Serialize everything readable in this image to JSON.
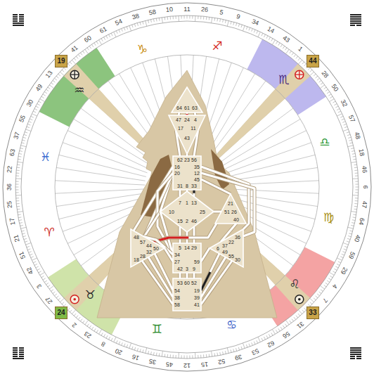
{
  "diagram": {
    "nodes": [
      {
        "text": [
          "19"
        ]
      },
      {
        "text": [
          "44"
        ]
      },
      {
        "text": [
          "64",
          "61",
          "63"
        ]
      },
      {
        "text": [
          "47",
          "24",
          "4",
          "17",
          "11",
          "43"
        ]
      },
      {
        "text": [
          "62",
          "23",
          "56",
          "16",
          "20",
          "35",
          "12",
          "45",
          "31",
          "8",
          "33"
        ]
      },
      {
        "text": [
          "7",
          "1",
          "13",
          "10",
          "25",
          "15",
          "2",
          "46"
        ]
      },
      {
        "text": [
          "21",
          "51",
          "26",
          "40"
        ]
      },
      {
        "text": [
          "48",
          "57",
          "44",
          "50",
          "32",
          "28",
          "18"
        ]
      },
      {
        "text": [
          "36",
          "22",
          "37",
          "6",
          "49",
          "55",
          "30"
        ]
      },
      {
        "text": [
          "5",
          "14",
          "29",
          "34",
          "27",
          "59",
          "42",
          "3",
          "9"
        ]
      },
      {
        "text": [
          "53",
          "60",
          "52",
          "54",
          "38",
          "58",
          "19",
          "39",
          "41"
        ]
      },
      {
        "text": [
          "24"
        ]
      },
      {
        "text": [
          "33"
        ]
      }
    ],
    "edges": [
      {
        "from": 2,
        "to": 3,
        "arrow": "none"
      },
      {
        "from": 2,
        "to": 3,
        "arrow": "none"
      },
      {
        "from": 2,
        "to": 3,
        "arrow": "none"
      },
      {
        "from": 3,
        "to": 4,
        "arrow": "none"
      },
      {
        "from": 3,
        "to": 4,
        "arrow": "none"
      },
      {
        "from": 3,
        "to": 4,
        "arrow": "none"
      },
      {
        "from": 4,
        "to": 7,
        "arrow": "none"
      },
      {
        "from": 4,
        "to": 5,
        "arrow": "none"
      },
      {
        "from": 4,
        "to": 7,
        "arrow": "none"
      },
      {
        "from": 4,
        "to": 9,
        "arrow": "none"
      },
      {
        "from": 4,
        "to": 6,
        "arrow": "none"
      },
      {
        "from": 4,
        "to": 8,
        "arrow": "none"
      },
      {
        "from": 4,
        "to": 8,
        "arrow": "none"
      },
      {
        "from": 4,
        "to": 5,
        "arrow": "none"
      },
      {
        "from": 4,
        "to": 5,
        "arrow": "none"
      },
      {
        "from": 4,
        "to": 5,
        "arrow": "none"
      },
      {
        "from": 5,
        "to": 7,
        "arrow": "none"
      },
      {
        "from": 5,
        "to": 9,
        "arrow": "none"
      },
      {
        "from": 5,
        "to": 6,
        "arrow": "none"
      },
      {
        "from": 5,
        "to": 9,
        "arrow": "none"
      },
      {
        "from": 5,
        "to": 9,
        "arrow": "none"
      },
      {
        "from": 5,
        "to": 9,
        "arrow": "none"
      },
      {
        "from": 7,
        "to": 6,
        "arrow": "none"
      },
      {
        "from": 7,
        "to": 9,
        "arrow": "none"
      },
      {
        "from": 7,
        "to": 9,
        "arrow": "none"
      },
      {
        "from": 6,
        "to": 8,
        "arrow": "none"
      },
      {
        "from": 9,
        "to": 8,
        "arrow": "none"
      },
      {
        "from": 9,
        "to": 10,
        "arrow": "none"
      },
      {
        "from": 9,
        "to": 10,
        "arrow": "none"
      },
      {
        "from": 9,
        "to": 10,
        "arrow": "none"
      },
      {
        "from": 7,
        "to": 10,
        "arrow": "none"
      },
      {
        "from": 7,
        "to": 10,
        "arrow": "none"
      },
      {
        "from": 7,
        "to": 10,
        "arrow": "none"
      },
      {
        "from": 8,
        "to": 10,
        "arrow": "none"
      },
      {
        "from": 8,
        "to": 10,
        "arrow": "none"
      },
      {
        "from": 8,
        "to": 10,
        "arrow": "none"
      }
    ],
    "labels": [
      "41",
      "13",
      "49",
      "30",
      "55",
      "37",
      "63",
      "22",
      "36",
      "25",
      "17",
      "21",
      "51",
      "42",
      "3",
      "27",
      "2",
      "23",
      "8",
      "20",
      "16",
      "35",
      "45",
      "12",
      "15",
      "52",
      "39",
      "53",
      "62",
      "56",
      "31",
      "7",
      "4",
      "29",
      "59",
      "40",
      "64",
      "47",
      "6",
      "46",
      "18",
      "48",
      "57",
      "32",
      "50",
      "28",
      "1",
      "43",
      "14",
      "34",
      "9",
      "5",
      "26",
      "11",
      "10",
      "58",
      "38",
      "54",
      "61",
      "60",
      "♈",
      "♉",
      "♊",
      "♋",
      "♌",
      "♍",
      "♎",
      "♏",
      "♐",
      "♑",
      "♒",
      "♓"
    ]
  }
}
